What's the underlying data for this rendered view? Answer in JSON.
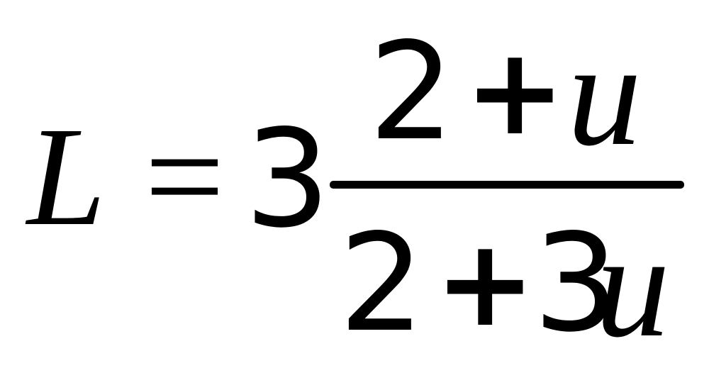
{
  "formula": {
    "lhs": "L",
    "equals": "=",
    "coefficient": "3",
    "numerator": {
      "term1": "2",
      "operator": "+",
      "term2": "u"
    },
    "denominator": {
      "term1": "2",
      "operator": "+",
      "term2_coefficient": "3",
      "term2_variable": "u"
    }
  }
}
